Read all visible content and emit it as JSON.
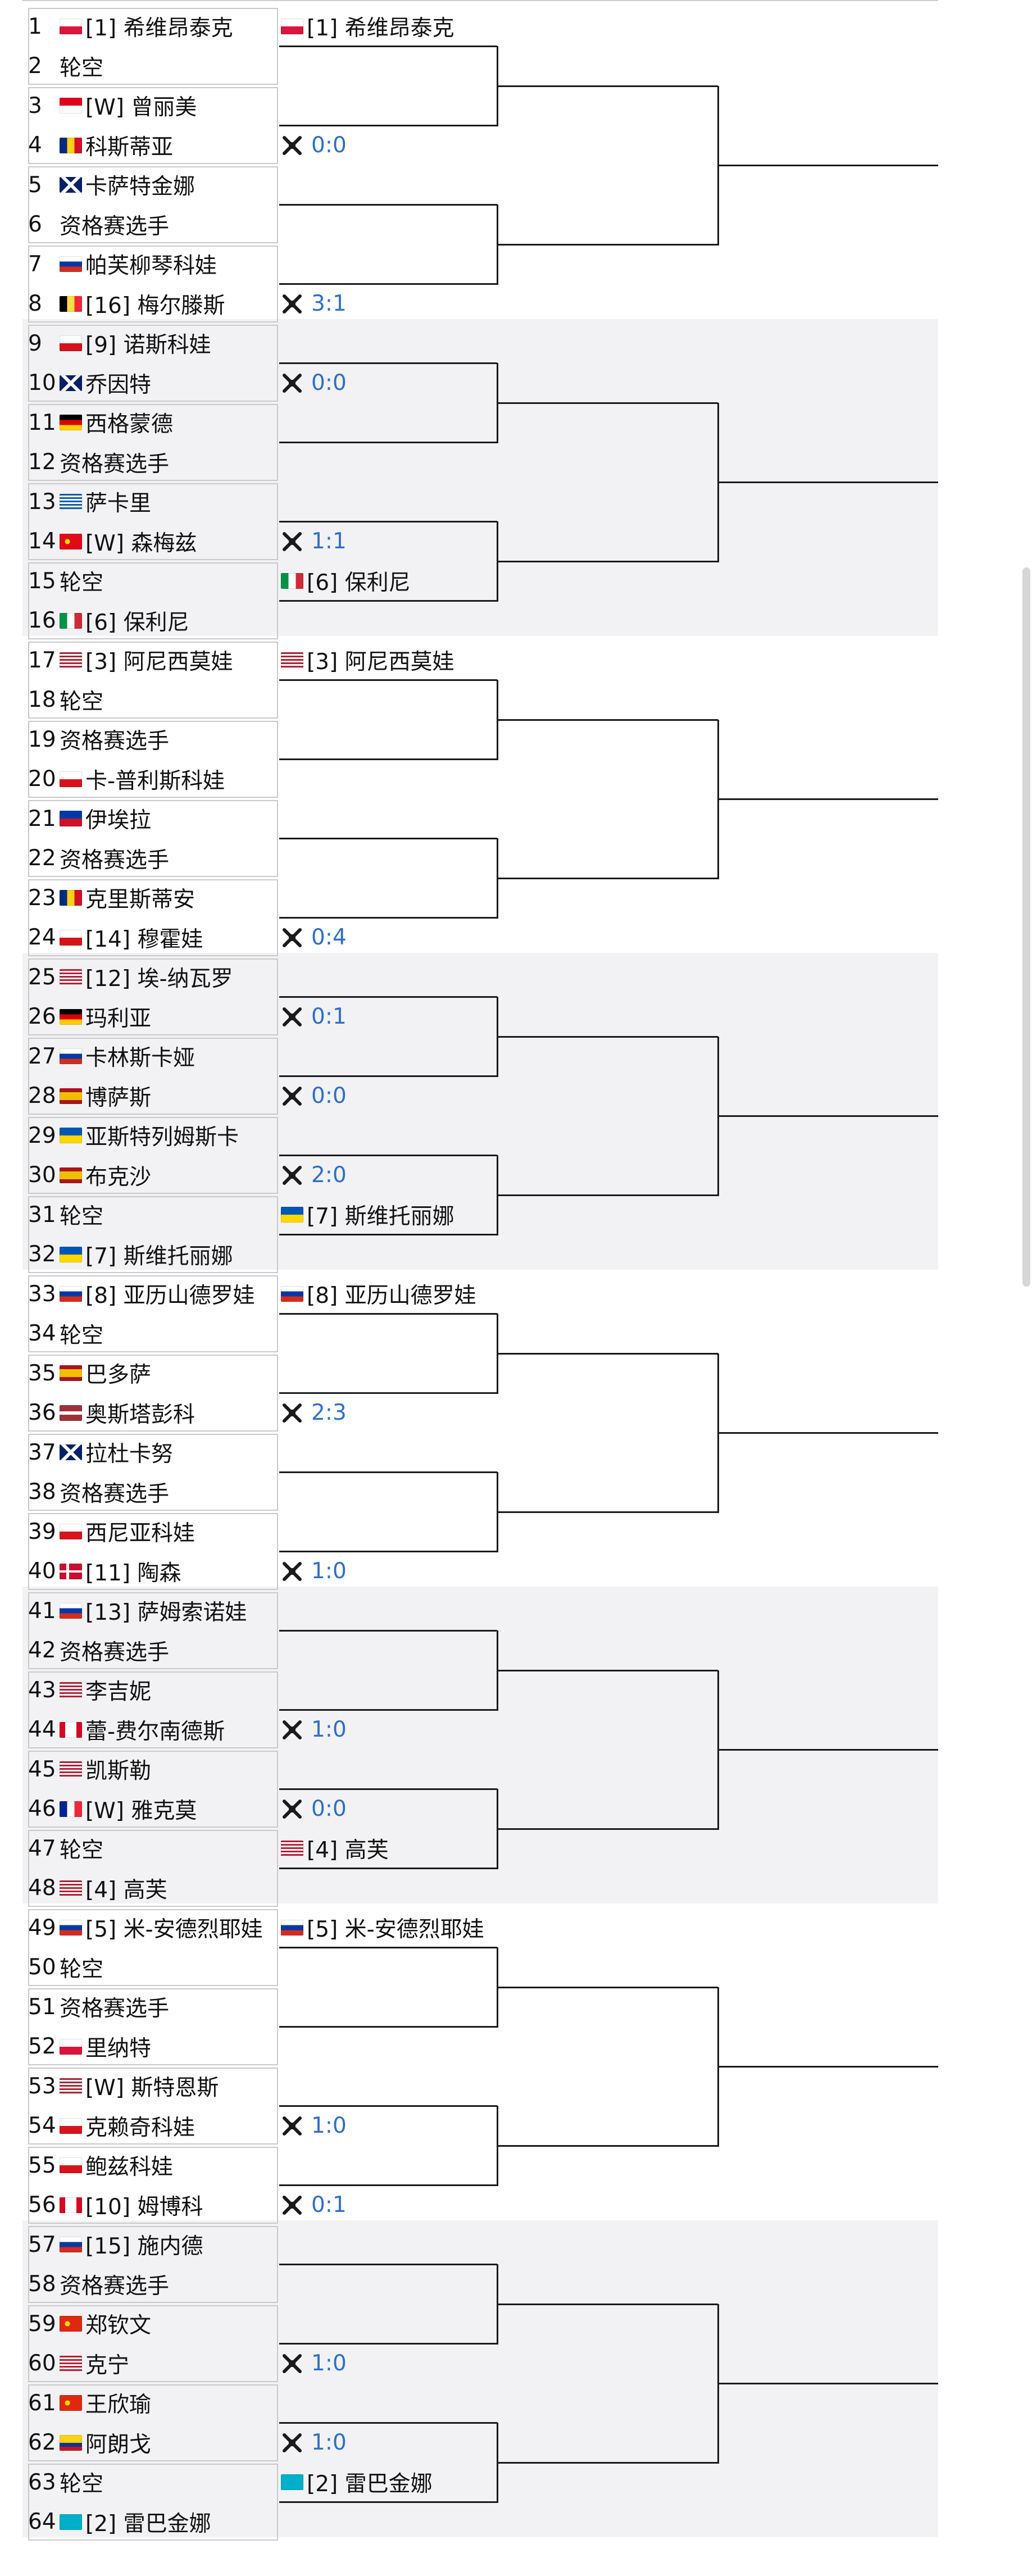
{
  "draw": {
    "entries": [
      {
        "num": "1",
        "flag": "pl",
        "name": "[1] 希维昂泰克"
      },
      {
        "num": "2",
        "flag": "",
        "name": "轮空"
      },
      {
        "num": "3",
        "flag": "id",
        "name": "[W] 曾丽美"
      },
      {
        "num": "4",
        "flag": "ro",
        "name": "科斯蒂亚"
      },
      {
        "num": "5",
        "flag": "au",
        "name": "卡萨特金娜"
      },
      {
        "num": "6",
        "flag": "",
        "name": "资格赛选手"
      },
      {
        "num": "7",
        "flag": "ru",
        "name": "帕芙柳琴科娃"
      },
      {
        "num": "8",
        "flag": "be",
        "name": "[16] 梅尔滕斯"
      },
      {
        "num": "9",
        "flag": "cz",
        "name": "[9] 诺斯科娃"
      },
      {
        "num": "10",
        "flag": "au",
        "name": "乔因特"
      },
      {
        "num": "11",
        "flag": "de",
        "name": "西格蒙德"
      },
      {
        "num": "12",
        "flag": "",
        "name": "资格赛选手"
      },
      {
        "num": "13",
        "flag": "gr",
        "name": "萨卡里"
      },
      {
        "num": "14",
        "flag": "tr",
        "name": "[W] 森梅兹"
      },
      {
        "num": "15",
        "flag": "",
        "name": "轮空"
      },
      {
        "num": "16",
        "flag": "it",
        "name": "[6] 保利尼"
      },
      {
        "num": "17",
        "flag": "us",
        "name": "[3] 阿尼西莫娃"
      },
      {
        "num": "18",
        "flag": "",
        "name": "轮空"
      },
      {
        "num": "19",
        "flag": "",
        "name": "资格赛选手"
      },
      {
        "num": "20",
        "flag": "cz",
        "name": "卡-普利斯科娃"
      },
      {
        "num": "21",
        "flag": "ph",
        "name": "伊埃拉"
      },
      {
        "num": "22",
        "flag": "",
        "name": "资格赛选手"
      },
      {
        "num": "23",
        "flag": "ro",
        "name": "克里斯蒂安"
      },
      {
        "num": "24",
        "flag": "cz",
        "name": "[14] 穆霍娃"
      },
      {
        "num": "25",
        "flag": "us",
        "name": "[12] 埃-纳瓦罗"
      },
      {
        "num": "26",
        "flag": "de",
        "name": "玛利亚"
      },
      {
        "num": "27",
        "flag": "ru",
        "name": "卡林斯卡娅"
      },
      {
        "num": "28",
        "flag": "es",
        "name": "博萨斯"
      },
      {
        "num": "29",
        "flag": "ua",
        "name": "亚斯特列姆斯卡"
      },
      {
        "num": "30",
        "flag": "es",
        "name": "布克沙"
      },
      {
        "num": "31",
        "flag": "",
        "name": "轮空"
      },
      {
        "num": "32",
        "flag": "ua",
        "name": "[7] 斯维托丽娜"
      },
      {
        "num": "33",
        "flag": "ru",
        "name": "[8] 亚历山德罗娃"
      },
      {
        "num": "34",
        "flag": "",
        "name": "轮空"
      },
      {
        "num": "35",
        "flag": "es",
        "name": "巴多萨"
      },
      {
        "num": "36",
        "flag": "lv",
        "name": "奥斯塔彭科"
      },
      {
        "num": "37",
        "flag": "gb",
        "name": "拉杜卡努"
      },
      {
        "num": "38",
        "flag": "",
        "name": "资格赛选手"
      },
      {
        "num": "39",
        "flag": "cz",
        "name": "西尼亚科娃"
      },
      {
        "num": "40",
        "flag": "dk",
        "name": "[11] 陶森"
      },
      {
        "num": "41",
        "flag": "ru",
        "name": "[13] 萨姆索诺娃"
      },
      {
        "num": "42",
        "flag": "",
        "name": "资格赛选手"
      },
      {
        "num": "43",
        "flag": "us",
        "name": "李吉妮"
      },
      {
        "num": "44",
        "flag": "ca",
        "name": "蕾-费尔南德斯"
      },
      {
        "num": "45",
        "flag": "us",
        "name": "凯斯勒"
      },
      {
        "num": "46",
        "flag": "fr",
        "name": "[W] 雅克莫"
      },
      {
        "num": "47",
        "flag": "",
        "name": "轮空"
      },
      {
        "num": "48",
        "flag": "us",
        "name": "[4] 高芙"
      },
      {
        "num": "49",
        "flag": "ru",
        "name": "[5] 米-安德烈耶娃"
      },
      {
        "num": "50",
        "flag": "",
        "name": "轮空"
      },
      {
        "num": "51",
        "flag": "",
        "name": "资格赛选手"
      },
      {
        "num": "52",
        "flag": "pl",
        "name": "里纳特"
      },
      {
        "num": "53",
        "flag": "us",
        "name": "[W] 斯特恩斯"
      },
      {
        "num": "54",
        "flag": "cz",
        "name": "克赖奇科娃"
      },
      {
        "num": "55",
        "flag": "cz",
        "name": "鲍兹科娃"
      },
      {
        "num": "56",
        "flag": "ca",
        "name": "[10] 姆博科"
      },
      {
        "num": "57",
        "flag": "ru",
        "name": "[15] 施内德"
      },
      {
        "num": "58",
        "flag": "",
        "name": "资格赛选手"
      },
      {
        "num": "59",
        "flag": "cn",
        "name": "郑钦文"
      },
      {
        "num": "60",
        "flag": "us",
        "name": "克宁"
      },
      {
        "num": "61",
        "flag": "cn",
        "name": "王欣瑜"
      },
      {
        "num": "62",
        "flag": "co",
        "name": "阿朗戈"
      },
      {
        "num": "63",
        "flag": "",
        "name": "轮空"
      },
      {
        "num": "64",
        "flag": "kz",
        "name": "[2] 雷巴金娜"
      }
    ],
    "round2": [
      {
        "kind": "player",
        "flag": "pl",
        "text": "[1] 希维昂泰克"
      },
      {
        "kind": "score",
        "text": "0:0"
      },
      {
        "kind": "empty",
        "text": ""
      },
      {
        "kind": "score",
        "text": "3:1"
      },
      {
        "kind": "score",
        "text": "0:0"
      },
      {
        "kind": "empty",
        "text": ""
      },
      {
        "kind": "score",
        "text": "1:1"
      },
      {
        "kind": "player",
        "flag": "it",
        "text": "[6] 保利尼"
      },
      {
        "kind": "player",
        "flag": "us",
        "text": "[3] 阿尼西莫娃"
      },
      {
        "kind": "empty",
        "text": ""
      },
      {
        "kind": "empty",
        "text": ""
      },
      {
        "kind": "score",
        "text": "0:4"
      },
      {
        "kind": "score",
        "text": "0:1"
      },
      {
        "kind": "score",
        "text": "0:0"
      },
      {
        "kind": "score",
        "text": "2:0"
      },
      {
        "kind": "player",
        "flag": "ua",
        "text": "[7] 斯维托丽娜"
      },
      {
        "kind": "player",
        "flag": "ru",
        "text": "[8] 亚历山德罗娃"
      },
      {
        "kind": "score",
        "text": "2:3"
      },
      {
        "kind": "empty",
        "text": ""
      },
      {
        "kind": "score",
        "text": "1:0"
      },
      {
        "kind": "empty",
        "text": ""
      },
      {
        "kind": "score",
        "text": "1:0"
      },
      {
        "kind": "score",
        "text": "0:0"
      },
      {
        "kind": "player",
        "flag": "us",
        "text": "[4] 高芙"
      },
      {
        "kind": "player",
        "flag": "ru",
        "text": "[5] 米-安德烈耶娃"
      },
      {
        "kind": "empty",
        "text": ""
      },
      {
        "kind": "score",
        "text": "1:0"
      },
      {
        "kind": "score",
        "text": "0:1"
      },
      {
        "kind": "empty",
        "text": ""
      },
      {
        "kind": "score",
        "text": "1:0"
      },
      {
        "kind": "score",
        "text": "1:0"
      },
      {
        "kind": "player",
        "flag": "kz",
        "text": "[2] 雷巴金娜"
      }
    ]
  },
  "colors": {
    "score": "#2e6fcb",
    "line": "#1a1a1a",
    "band_alt": "#f2f2f4",
    "box_border": "#c9c9c9"
  },
  "icons": {
    "match_vs": "crossed-rackets-icon"
  }
}
